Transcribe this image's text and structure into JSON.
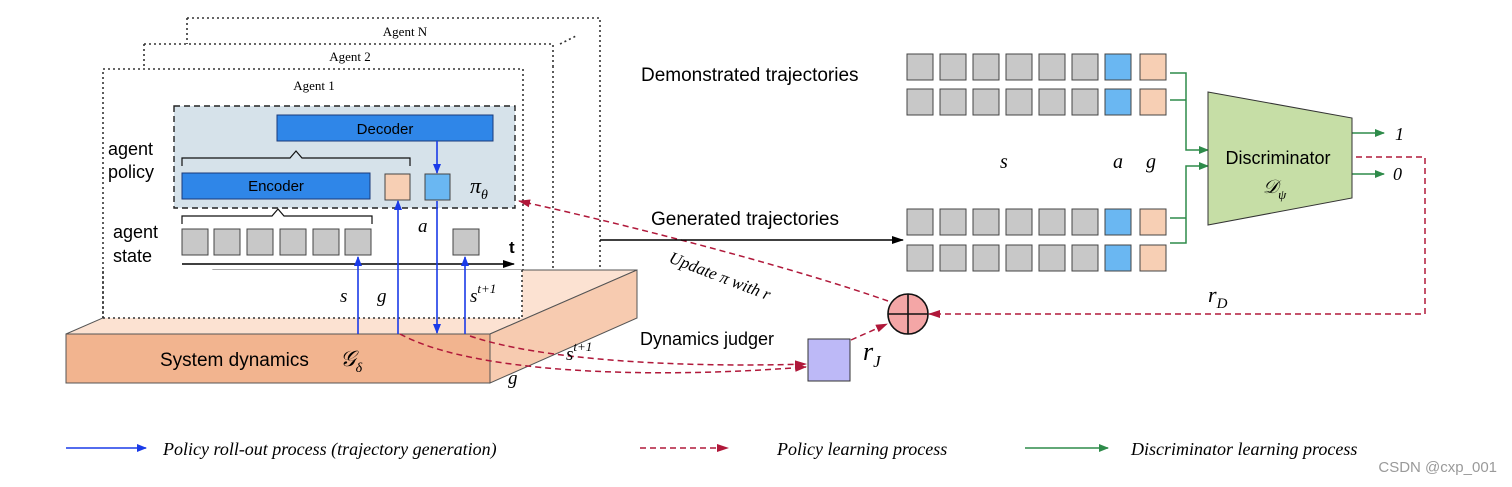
{
  "agents": {
    "agent_n": "Agent N",
    "agent_2": "Agent 2",
    "agent_1": "Agent 1"
  },
  "policy": {
    "label_line1": "agent",
    "label_line2": "policy",
    "decoder": "Decoder",
    "encoder": "Encoder",
    "pi_symbol": "π",
    "pi_subscript": "θ"
  },
  "state": {
    "label_line1": "agent",
    "label_line2": "state",
    "time_axis": "t"
  },
  "system": {
    "label": "System dynamics",
    "symbol": "𝒢",
    "symbol_subscript": "δ"
  },
  "signals": {
    "s": "s",
    "g": "g",
    "a": "a",
    "s_next": "s",
    "s_next_sup": "t+1",
    "s_next_2": "s",
    "s_next_2_sup": "t+1",
    "g_2": "g"
  },
  "update_label": "Update π with r",
  "dynamics_judger": {
    "label": "Dynamics judger",
    "reward": "r",
    "reward_sub": "J"
  },
  "trajectories": {
    "demonstrated": "Demonstrated trajectories",
    "generated": "Generated trajectories",
    "col_s": "s",
    "col_a": "a",
    "col_g": "g"
  },
  "discriminator": {
    "label": "Discriminator",
    "symbol": "𝒟",
    "symbol_subscript": "ψ",
    "out_1": "1",
    "out_0": "0",
    "reward": "r",
    "reward_sub": "D"
  },
  "legend": {
    "rollout": "Policy roll-out process (trajectory generation)",
    "policy_learning": "Policy learning process",
    "disc_learning": "Discriminator learning process"
  },
  "watermark": "CSDN @cxp_001",
  "colors": {
    "blue_arrow": "#1a3be8",
    "red_dashed": "#b0183a",
    "green_arrow": "#2e8b4a",
    "encoder_blue": "#2f86e8",
    "action_blue": "#6ab7f2",
    "goal_peach": "#f7cfb4",
    "state_gray": "#c8c8c8",
    "policy_bg": "#d6e2ea",
    "slab_front": "#f2b48f",
    "slab_side": "#f7cbb0",
    "disc_green": "#c6dea6",
    "judger_purple": "#bdb9f7",
    "sum_pink": "#f4a6a6"
  }
}
